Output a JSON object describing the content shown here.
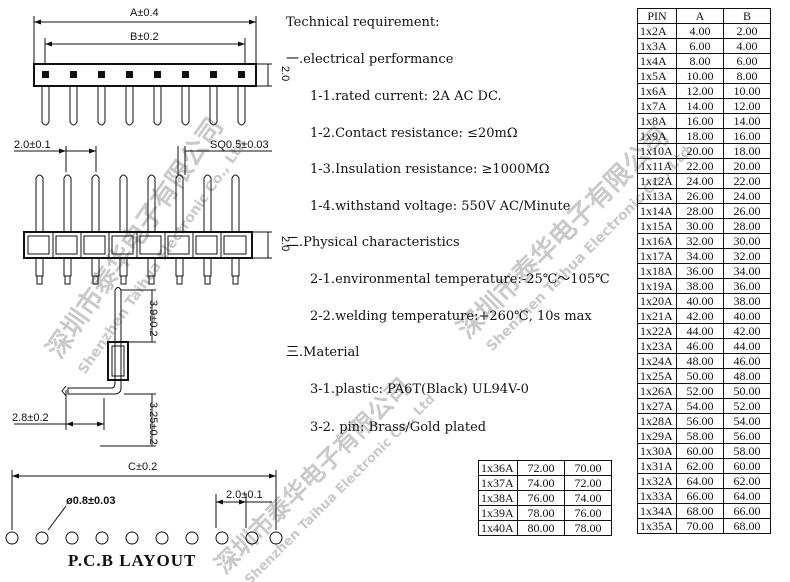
{
  "drawing": {
    "dims": {
      "a": "A±0.4",
      "b": "B±0.2",
      "c": "C±0.2",
      "height_top": "2.0",
      "pitch": "2.0±0.1",
      "square_pin": "SQ0.5±0.03",
      "height_body": "2.0",
      "bend_upper": "3.9±0.2",
      "bend_offset": "2.8±0.2",
      "bend_lower": "3.25±0.2",
      "hole_dia": "ø0.8±0.03",
      "hole_pitch": "2.0±0.1"
    },
    "pcb_label": "P.C.B LAYOUT",
    "watermark": {
      "cn": "深圳市泰华电子有限公司",
      "en": "Shenzhen Taihua Electronic Co., Ltd"
    }
  },
  "requirements": [
    "Technical requirement:",
    "一.electrical performance",
    "1-1.rated current: 2A AC DC.",
    "1-2.Contact resistance: ≤20mΩ",
    "1-3.Insulation resistance: ≥1000MΩ",
    "1-4.withstand voltage: 550V AC/Minute",
    "二.Physical characteristics",
    "2-1.environmental temperature:-25℃～105℃",
    "2-2.welding temperature:+260℃, 10s max",
    "三.Material",
    "3-1.plastic: PA6T(Black) UL94V-0",
    "3-2.    pin: Brass/Gold plated"
  ],
  "pin_table": {
    "headers": [
      "PIN",
      "A",
      "B"
    ],
    "rows": [
      [
        "1x2A",
        "4.00",
        "2.00"
      ],
      [
        "1x3A",
        "6.00",
        "4.00"
      ],
      [
        "1x4A",
        "8.00",
        "6.00"
      ],
      [
        "1x5A",
        "10.00",
        "8.00"
      ],
      [
        "1x6A",
        "12.00",
        "10.00"
      ],
      [
        "1x7A",
        "14.00",
        "12.00"
      ],
      [
        "1x8A",
        "16.00",
        "14.00"
      ],
      [
        "1x9A",
        "18.00",
        "16.00"
      ],
      [
        "1x10A",
        "20.00",
        "18.00"
      ],
      [
        "1x11A",
        "22.00",
        "20.00"
      ],
      [
        "1x12A",
        "24.00",
        "22.00"
      ],
      [
        "1x13A",
        "26.00",
        "24.00"
      ],
      [
        "1x14A",
        "28.00",
        "26.00"
      ],
      [
        "1x15A",
        "30.00",
        "28.00"
      ],
      [
        "1x16A",
        "32.00",
        "30.00"
      ],
      [
        "1x17A",
        "34.00",
        "32.00"
      ],
      [
        "1x18A",
        "36.00",
        "34.00"
      ],
      [
        "1x19A",
        "38.00",
        "36.00"
      ],
      [
        "1x20A",
        "40.00",
        "38.00"
      ],
      [
        "1x21A",
        "42.00",
        "40.00"
      ],
      [
        "1x22A",
        "44.00",
        "42.00"
      ],
      [
        "1x23A",
        "46.00",
        "44.00"
      ],
      [
        "1x24A",
        "48.00",
        "46.00"
      ],
      [
        "1x25A",
        "50.00",
        "48.00"
      ],
      [
        "1x26A",
        "52.00",
        "50.00"
      ],
      [
        "1x27A",
        "54.00",
        "52.00"
      ],
      [
        "1x28A",
        "56.00",
        "54.00"
      ],
      [
        "1x29A",
        "58.00",
        "56.00"
      ],
      [
        "1x30A",
        "60.00",
        "58.00"
      ],
      [
        "1x31A",
        "62.00",
        "60.00"
      ],
      [
        "1x32A",
        "64.00",
        "62.00"
      ],
      [
        "1x33A",
        "66.00",
        "64.00"
      ],
      [
        "1x34A",
        "68.00",
        "66.00"
      ],
      [
        "1x35A",
        "70.00",
        "68.00"
      ]
    ]
  },
  "pin_table_small": {
    "rows": [
      [
        "1x36A",
        "72.00",
        "70.00"
      ],
      [
        "1x37A",
        "74.00",
        "72.00"
      ],
      [
        "1x38A",
        "76.00",
        "74.00"
      ],
      [
        "1x39A",
        "78.00",
        "76.00"
      ],
      [
        "1x40A",
        "80.00",
        "78.00"
      ]
    ]
  }
}
